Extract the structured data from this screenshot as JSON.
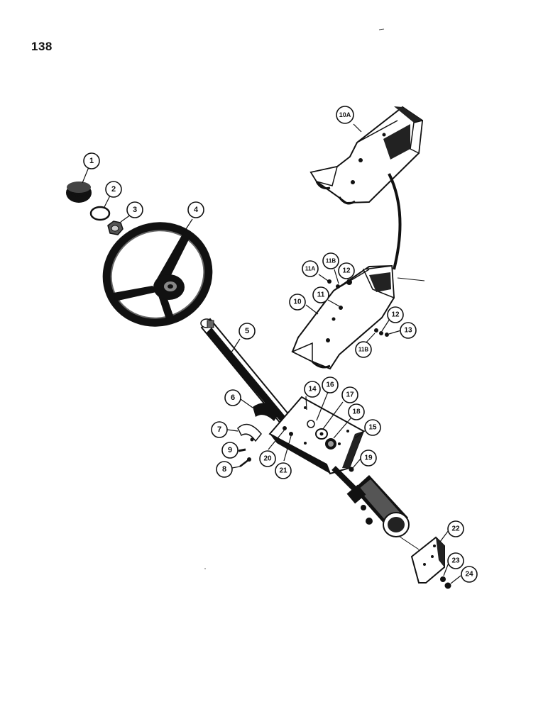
{
  "page": {
    "number": "138"
  },
  "colors": {
    "ink": "#111111",
    "paper": "#ffffff",
    "shade": "#3a3a3a"
  },
  "callouts": {
    "c1": "1",
    "c2": "2",
    "c3": "3",
    "c4": "4",
    "c5": "5",
    "c6": "6",
    "c7": "7",
    "c8": "8",
    "c9": "9",
    "c10": "10",
    "c10a": "10A",
    "c11": "11",
    "c11a": "11A",
    "c11b_top": "11B",
    "c11b_bot": "11B",
    "c12_top": "12",
    "c12_bot": "12",
    "c13": "13",
    "c14": "14",
    "c15": "15",
    "c16": "16",
    "c17": "17",
    "c18": "18",
    "c19": "19",
    "c20": "20",
    "c21": "21",
    "c22": "22",
    "c23": "23",
    "c24": "24"
  }
}
